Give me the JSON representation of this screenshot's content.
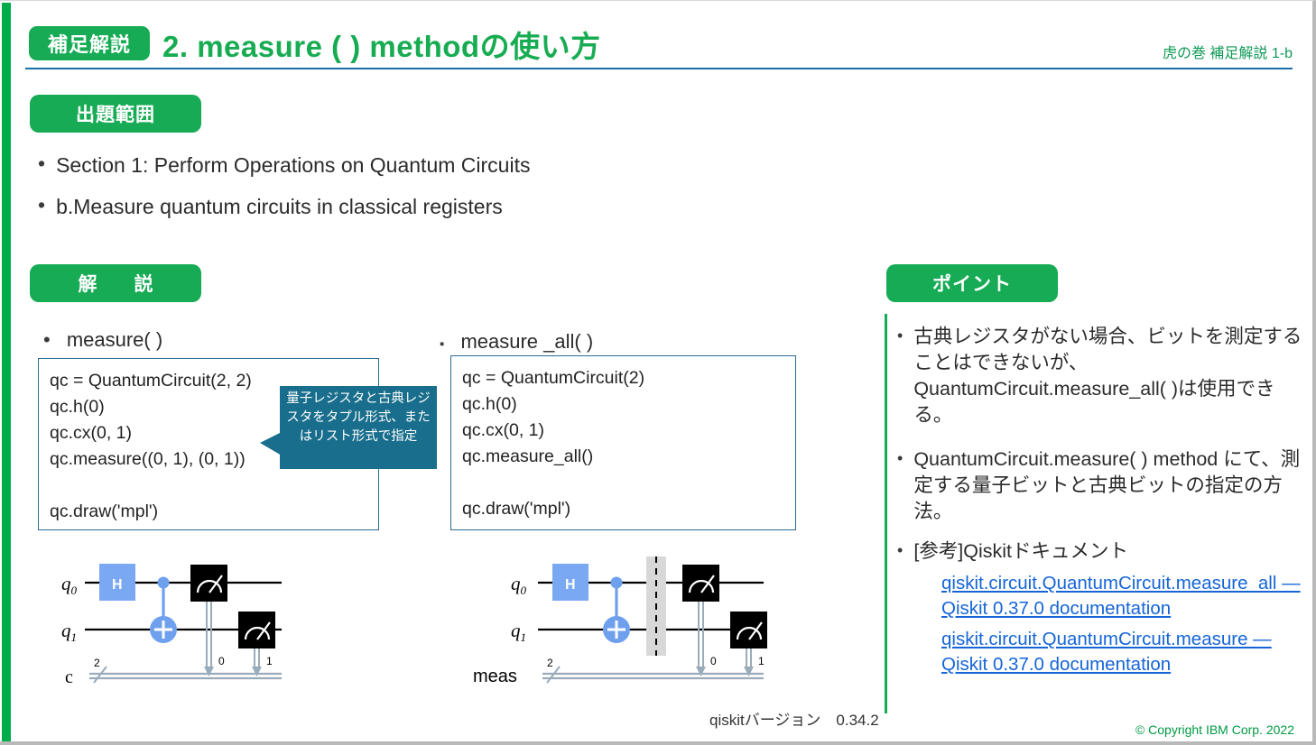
{
  "header": {
    "badge": "補足解説",
    "title": "2. measure ( ) methodの使い方",
    "right_label": "虎の巻  補足解説  1-b"
  },
  "scope": {
    "badge": "出題範囲",
    "items": [
      "Section 1: Perform Operations on Quantum Circuits",
      "b.Measure quantum circuits in classical registers"
    ]
  },
  "explanation": {
    "badge": "解　説",
    "left": {
      "label": "measure( )",
      "code": "qc = QuantumCircuit(2, 2)\nqc.h(0)\nqc.cx(0, 1)\nqc.measure((0, 1), (0, 1))\n\nqc.draw('mpl')",
      "callout": "量子レジスタと古典レジスタをタプル形式、またはリスト形式で指定",
      "circuit": {
        "qubit_labels": [
          "q",
          "q"
        ],
        "qubit_indices": [
          "0",
          "1"
        ],
        "classical_label": "c",
        "classical_width": "2",
        "gate_h": "H",
        "measure_bit_labels": [
          "0",
          "1"
        ],
        "has_barrier": false
      }
    },
    "right": {
      "label": "measure _all( )",
      "code": "qc = QuantumCircuit(2)\nqc.h(0)\nqc.cx(0, 1)\nqc.measure_all()\n\nqc.draw('mpl')",
      "circuit": {
        "qubit_labels": [
          "q",
          "q"
        ],
        "qubit_indices": [
          "0",
          "1"
        ],
        "classical_label": "meas",
        "classical_width": "2",
        "gate_h": "H",
        "measure_bit_labels": [
          "0",
          "1"
        ],
        "has_barrier": true
      }
    }
  },
  "points": {
    "badge": "ポイント",
    "items": [
      "古典レジスタがない場合、ビットを測定することはできないが、QuantumCircuit.measure_all( )は使用できる。",
      "QuantumCircuit.measure( ) method にて、測定する量子ビットと古典ビットの指定の方法。",
      "[参考]Qiskitドキュメント"
    ],
    "links": [
      "qiskit.circuit.QuantumCircuit.measure_all — Qiskit 0.37.0 documentation",
      "qiskit.circuit.QuantumCircuit.measure — Qiskit 0.37.0 documentation"
    ]
  },
  "footer": {
    "qiskit_version": "qiskitバージョン　0.34.2",
    "copyright": "© Copyright IBM Corp. 2022"
  },
  "colors": {
    "brand_green": "#16ab54",
    "accent_bar_green": "#00ac4a",
    "title_green": "#17ac52",
    "rule_blue": "#1a6fa8",
    "callout_teal": "#186e8c",
    "link_blue": "#1565d8",
    "gate_blue": "#6fa8f5",
    "measure_black": "#000000"
  },
  "bullet_glyph": "•",
  "bullet_glyph_small": "▪"
}
